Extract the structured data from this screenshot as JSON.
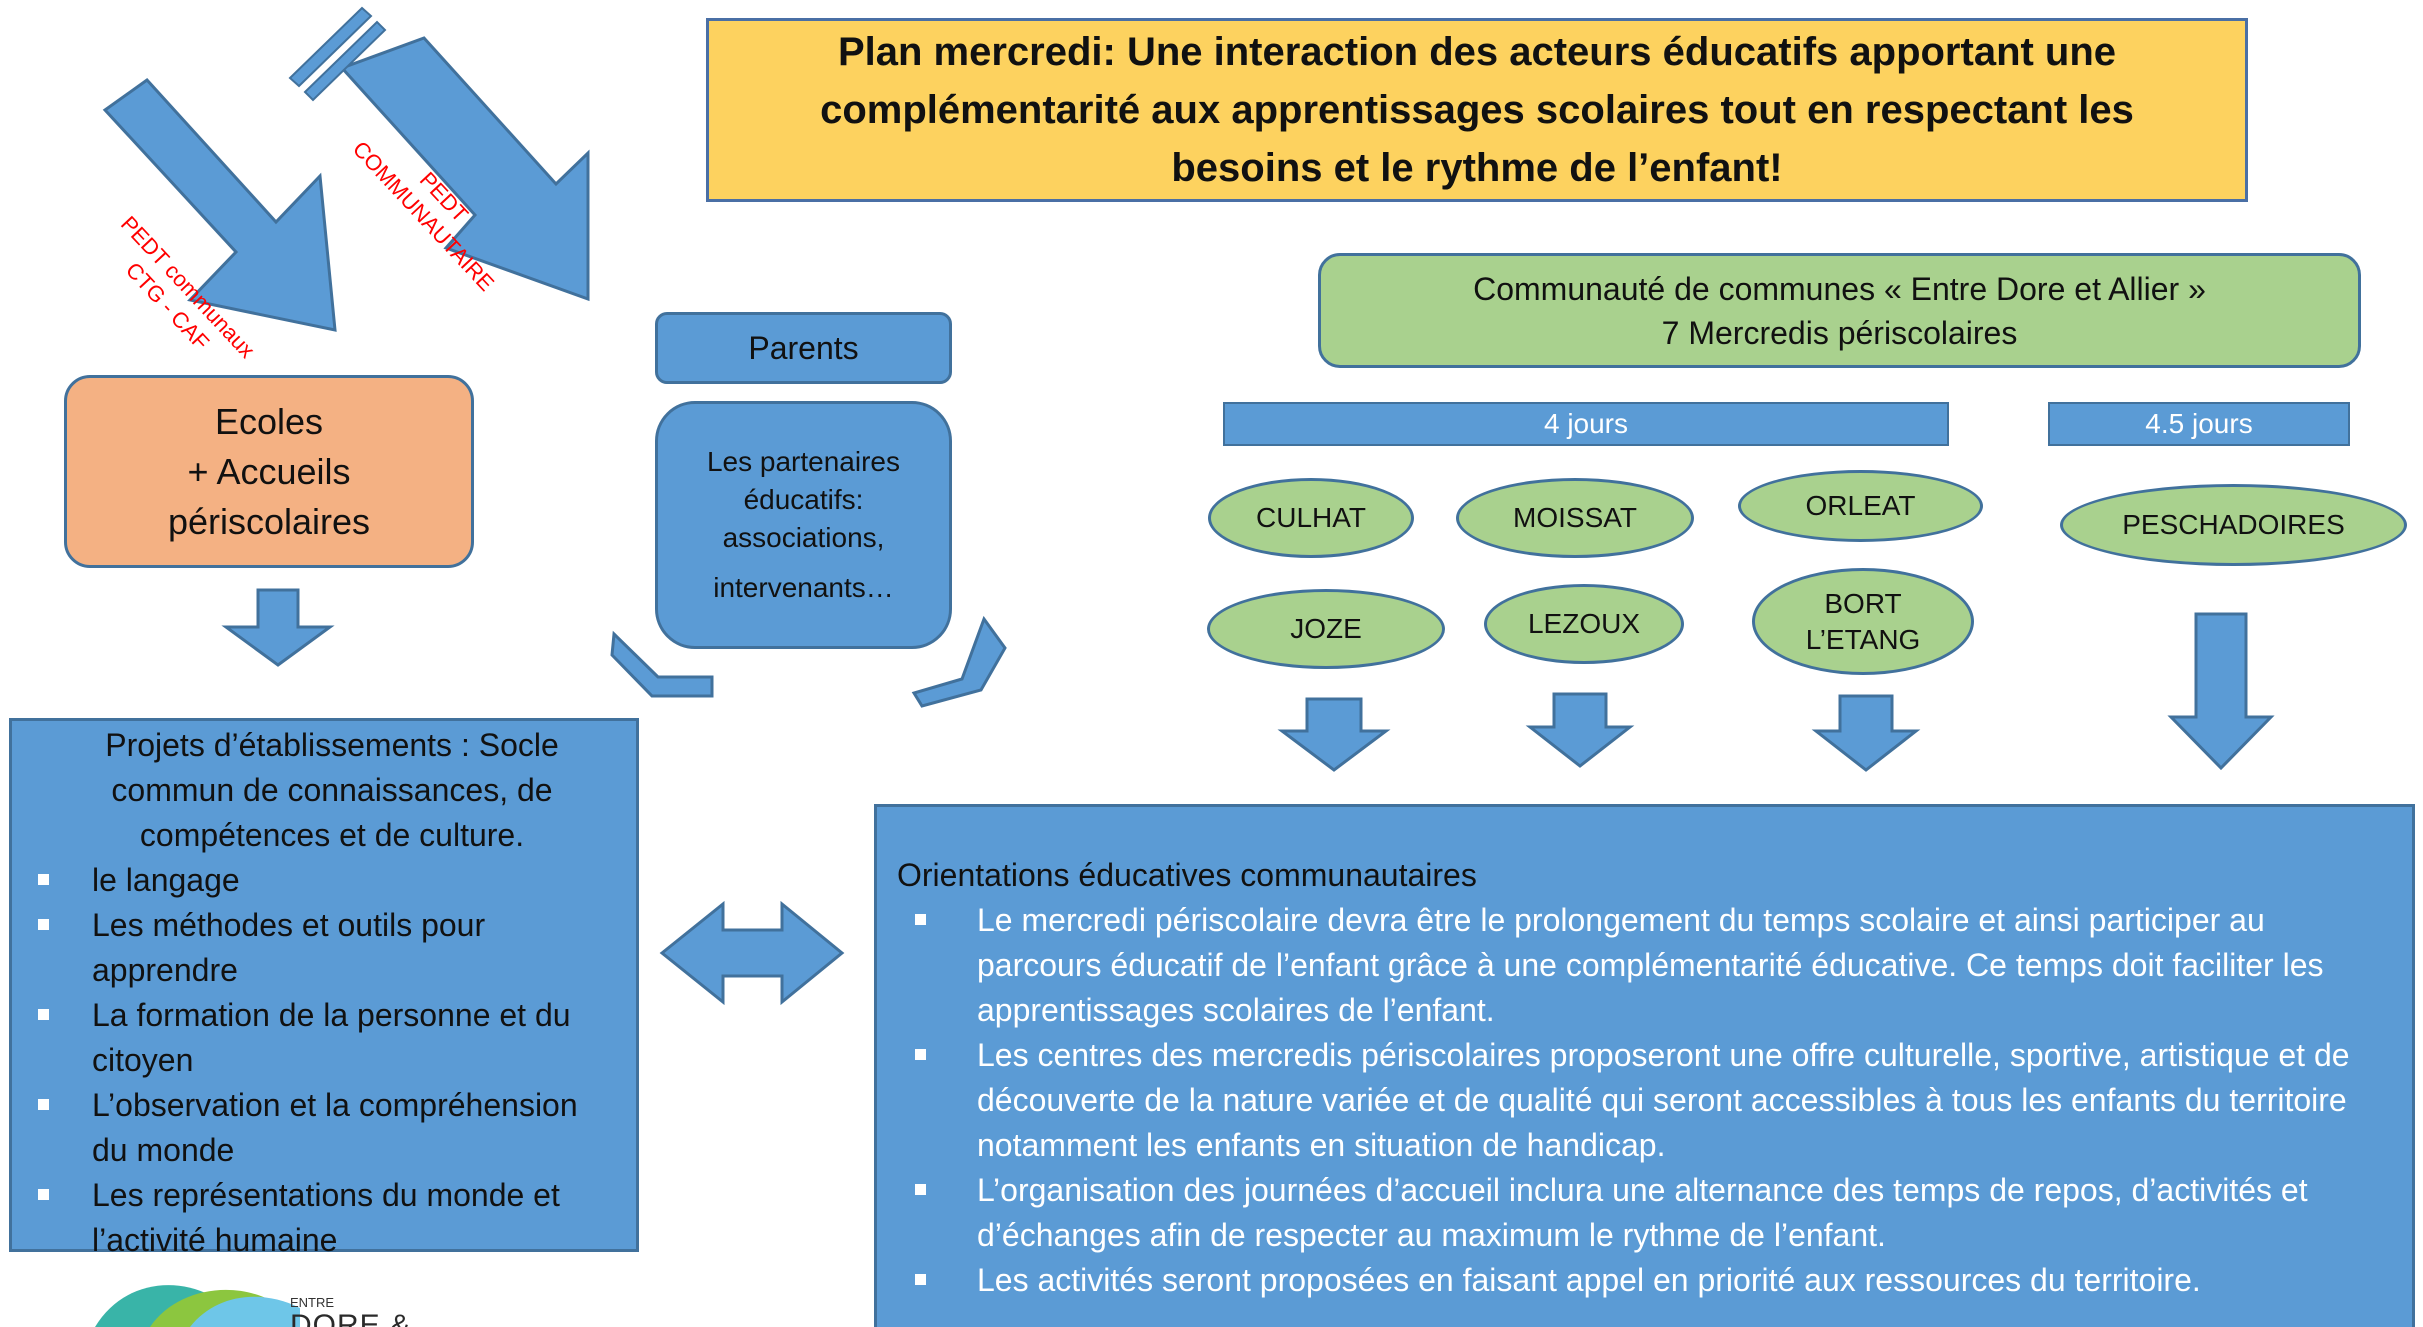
{
  "title": {
    "line1": "Plan mercredi: Une interaction des acteurs éducatifs apportant une",
    "line2": "complémentarité aux apprentissages scolaires tout en respectant les",
    "line3": "besoins et le rythme de l’enfant!"
  },
  "arrows_top": {
    "left_line1": "PEDT communaux",
    "left_line2": "CTG - CAF",
    "right_line1": "PEDT",
    "right_line2": "COMMUNAUTAIRE"
  },
  "community": {
    "line1": "Communauté de communes « Entre Dore et Allier »",
    "line2": "7 Mercredis périscolaires"
  },
  "bars": {
    "four_days": "4 jours",
    "four_half_days": "4.5 jours"
  },
  "communes": {
    "culhat": "CULHAT",
    "moissat": "MOISSAT",
    "orleat": "ORLEAT",
    "peschadoires": "PESCHADOIRES",
    "joze": "JOZE",
    "lezoux": "LEZOUX",
    "bort_line1": "BORT",
    "bort_line2": "L’ETANG"
  },
  "ecoles": {
    "line1": "Ecoles",
    "line2": "+ Accueils",
    "line3": "périscolaires"
  },
  "parents": "Parents",
  "partners": {
    "line1": "Les partenaires",
    "line2": "éducatifs:",
    "line3": "associations,",
    "line4": "intervenants…"
  },
  "projets": {
    "title": "Projets d’établissements : Socle commun de connaissances, de compétences et de culture.",
    "items": [
      "le langage",
      "Les méthodes et outils pour apprendre",
      "La formation de la personne et du citoyen",
      "L’observation et la compréhension du monde",
      "Les représentations du monde et l’activité humaine"
    ]
  },
  "orientations": {
    "title": "Orientations éducatives communautaires",
    "items": [
      "Le mercredi périscolaire devra être le prolongement du temps scolaire et ainsi participer au parcours éducatif de l’enfant grâce à une complémentarité éducative. Ce temps doit faciliter les apprentissages scolaires de l’enfant.",
      "Les centres des mercredis périscolaires proposeront une offre culturelle, sportive, artistique et de découverte de la nature variée et de qualité qui seront accessibles à tous les enfants du territoire notamment les enfants en situation de handicap.",
      "L’organisation des journées d’accueil inclura une alternance des temps de repos, d’activités et d’échanges afin de respecter au maximum le rythme de l’enfant.",
      "Les activités seront proposées en faisant appel en priorité aux ressources du territoire."
    ]
  },
  "logo": {
    "small": "ENTRE",
    "big": "DORE & ALLIER"
  },
  "colors": {
    "blue": "#5b9bd5",
    "blue_border": "#41719c",
    "green": "#a9d18e",
    "orange": "#f4b183",
    "yellow": "#fdd25f",
    "arrow_text_red": "#ff0000"
  }
}
